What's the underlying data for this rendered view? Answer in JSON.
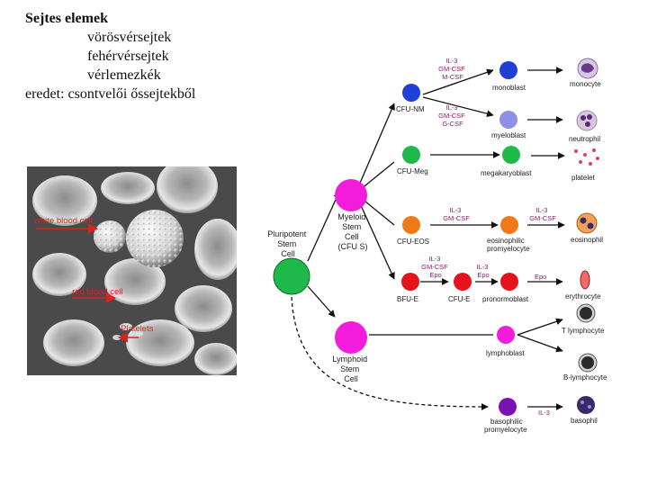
{
  "heading": {
    "title": "Sejtes elemek",
    "lines": [
      "vörösvérsejtek",
      "fehérvérsejtek",
      "vérlemezkék"
    ],
    "origin": "eredet: csontvelői őssejtekből"
  },
  "photo": {
    "labels": {
      "wbc": "white blood cell",
      "rbc": "red blood cell",
      "platelets": "Platelets"
    }
  },
  "diagram": {
    "stem": [
      "Pluripotent",
      "Stem",
      "Cell"
    ],
    "myeloid": [
      "Myeloid",
      "Stem",
      "Cell",
      "(CFU S)"
    ],
    "lymphoid": [
      "Lymphoid",
      "Stem",
      "Cell"
    ],
    "progenitors": {
      "cfu_nm": "CFU-NM",
      "cfu_meg": "CFU-Meg",
      "cfu_eos": "CFU-EOS",
      "bfu_e": "BFU-E",
      "cfu_e": "CFU-E"
    },
    "cells": {
      "monoblast": "monoblast",
      "myeloblast": "myeloblast",
      "megakaryoblast": "megakaryoblast",
      "eos_pro": [
        "eosinophilic",
        "promyelocyte"
      ],
      "pronormoblast": "pronormoblast",
      "lymphoblast": "lymphoblast",
      "baso_pro": [
        "basophilic",
        "promyelocyte"
      ]
    },
    "mature": {
      "monocyte": "monocyte",
      "neutrophil": "neutrophil",
      "platelet": "platelet",
      "eosinophil": "eosinophil",
      "erythrocyte": "erythrocyte",
      "t_lymphocyte": "T lymphocyte",
      "b_lymphocyte": "B-lymphocyte",
      "basophil": "basophil"
    },
    "cytokines": {
      "c1": [
        "IL-3",
        "GM-CSF",
        "M-CSF"
      ],
      "c2": [
        "IL-3",
        "GM-CSF",
        "G-CSF"
      ],
      "c3": [
        "IL-3",
        "GM-CSF"
      ],
      "c4": [
        "IL-3",
        "GM-CSF"
      ],
      "c5": [
        "IL-3",
        "GM-CSF",
        "Epo"
      ],
      "c6": [
        "IL-3",
        "Epo"
      ],
      "c7": "Epo",
      "c8": "IL-3"
    }
  },
  "colors": {
    "blue": "#1f3fd6",
    "lavender": "#8f8fe6",
    "green": "#1fb84a",
    "orange": "#f07a1a",
    "red": "#e5141a",
    "magenta": "#f21ddc",
    "purple": "#7a12b3",
    "arrow_red": "#e0201c"
  }
}
